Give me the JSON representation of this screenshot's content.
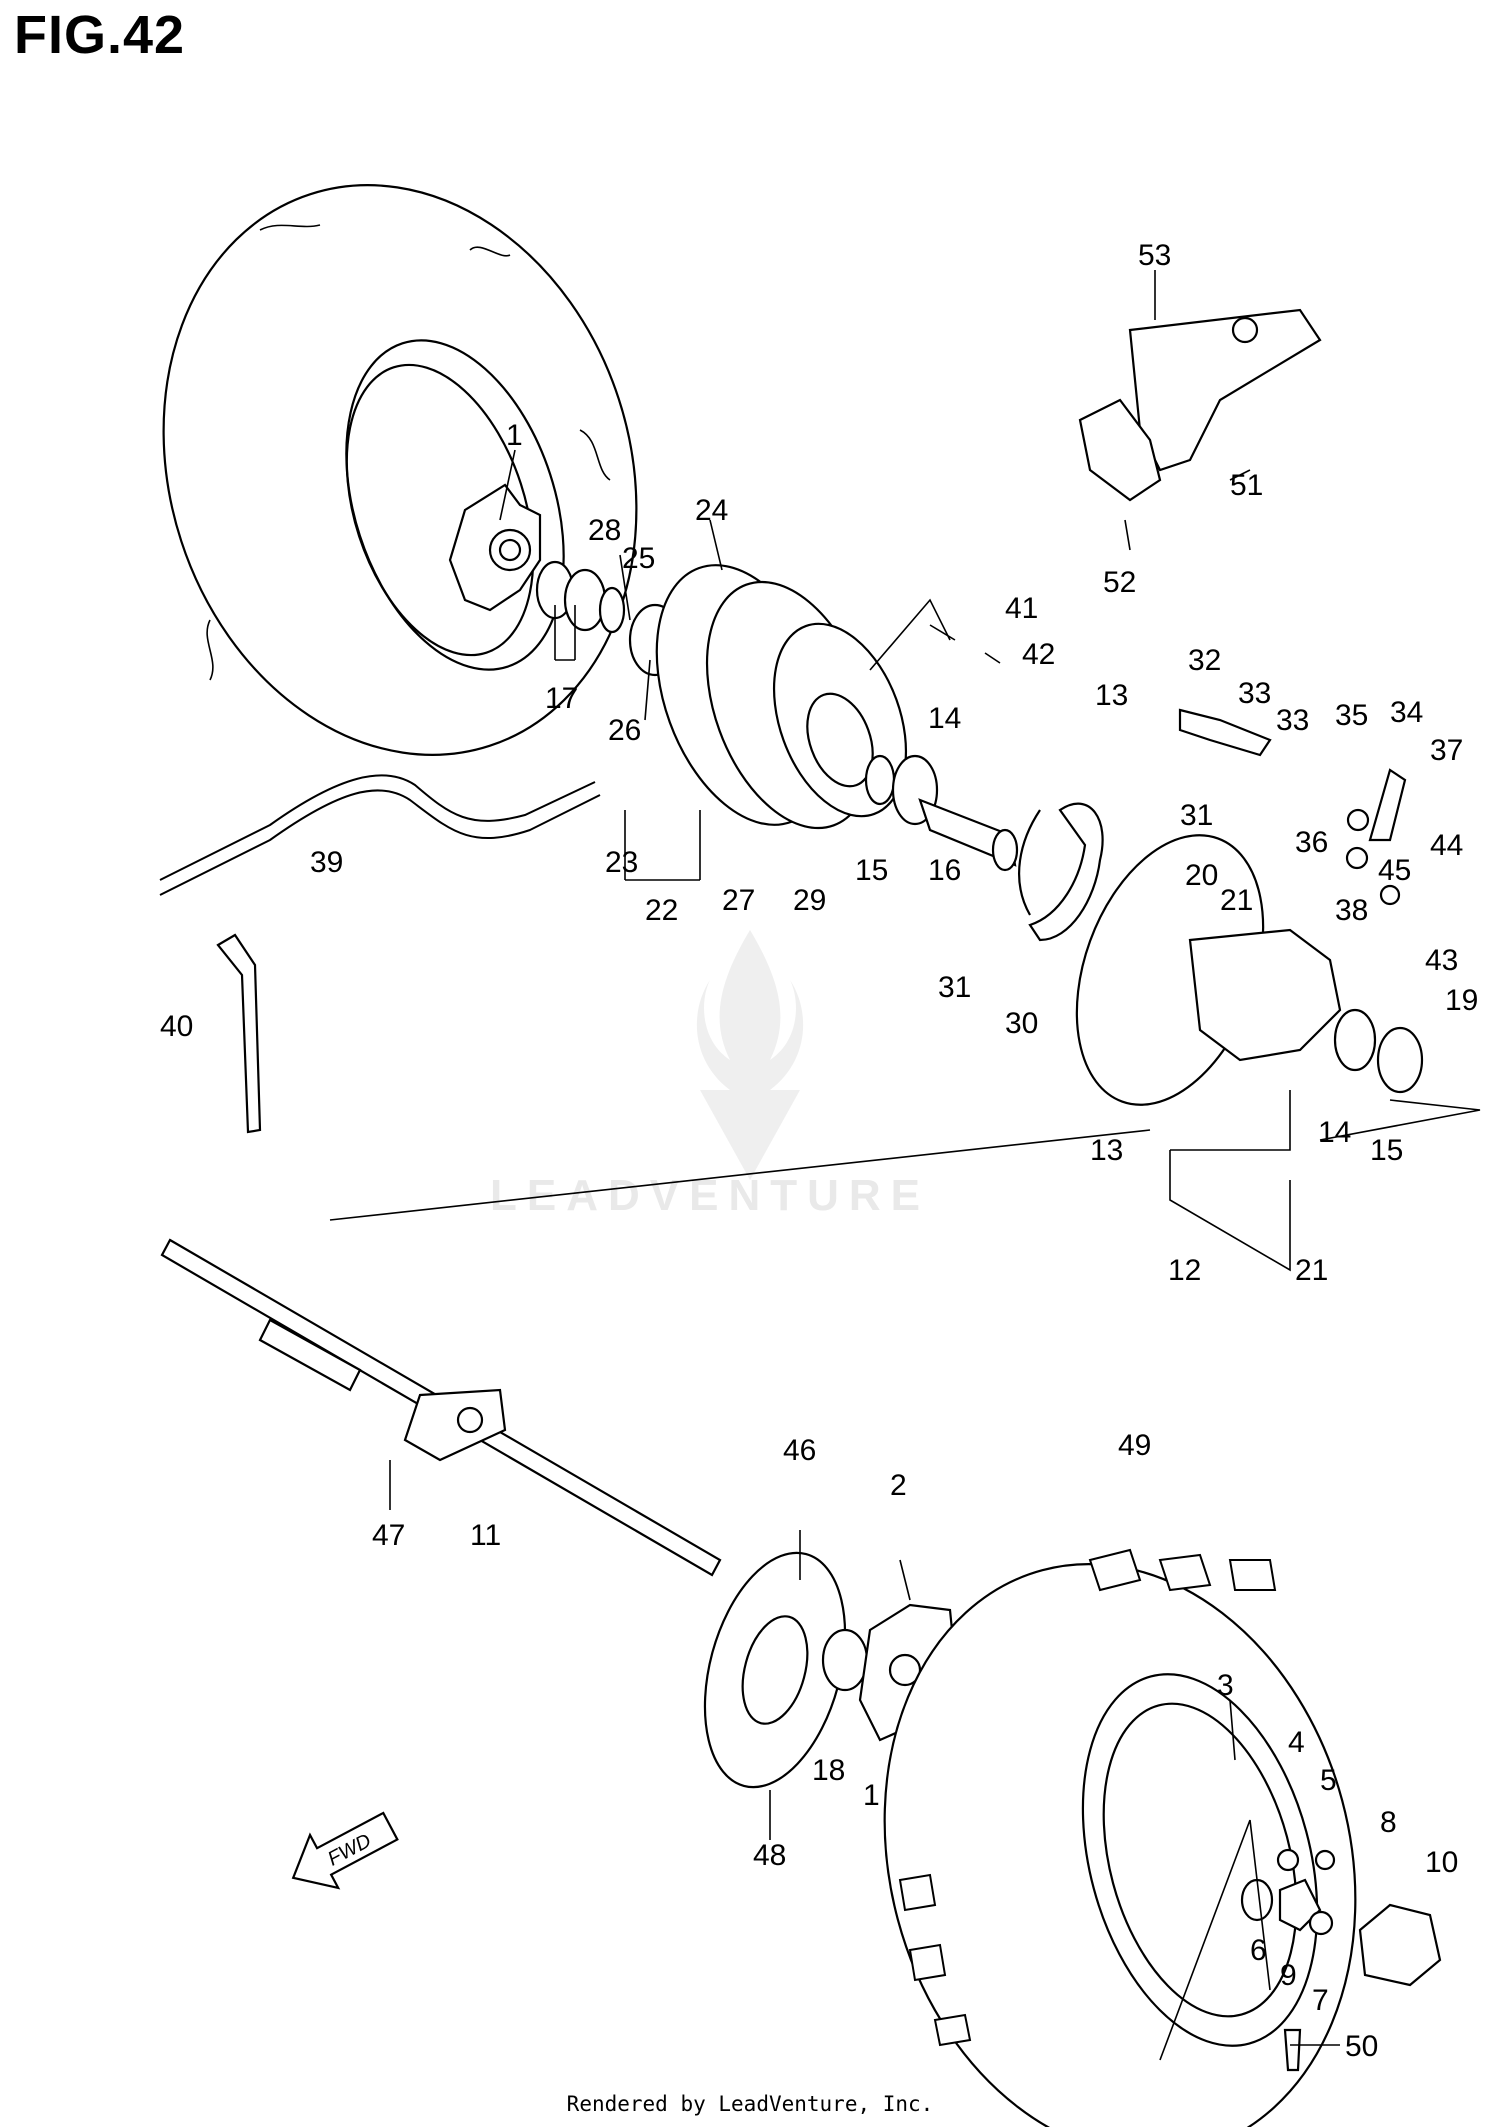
{
  "figure": {
    "title": "FIG.42"
  },
  "watermark": {
    "text": "LEADVENTURE"
  },
  "direction_arrow": {
    "label": "FWD"
  },
  "footer": {
    "text": "Rendered by LeadVenture, Inc."
  },
  "callouts": [
    {
      "id": "c1a",
      "text": "1"
    },
    {
      "id": "c28",
      "text": "28"
    },
    {
      "id": "c25",
      "text": "25"
    },
    {
      "id": "c24",
      "text": "24"
    },
    {
      "id": "c17",
      "text": "17"
    },
    {
      "id": "c26",
      "text": "26"
    },
    {
      "id": "c41",
      "text": "41"
    },
    {
      "id": "c42",
      "text": "42"
    },
    {
      "id": "c53",
      "text": "53"
    },
    {
      "id": "c51",
      "text": "51"
    },
    {
      "id": "c52",
      "text": "52"
    },
    {
      "id": "c32",
      "text": "32"
    },
    {
      "id": "c33a",
      "text": "33"
    },
    {
      "id": "c33b",
      "text": "33"
    },
    {
      "id": "c35",
      "text": "35"
    },
    {
      "id": "c34",
      "text": "34"
    },
    {
      "id": "c37",
      "text": "37"
    },
    {
      "id": "c13a",
      "text": "13"
    },
    {
      "id": "c14a",
      "text": "14"
    },
    {
      "id": "c39",
      "text": "39"
    },
    {
      "id": "c23",
      "text": "23"
    },
    {
      "id": "c22",
      "text": "22"
    },
    {
      "id": "c27",
      "text": "27"
    },
    {
      "id": "c29",
      "text": "29"
    },
    {
      "id": "c15a",
      "text": "15"
    },
    {
      "id": "c16",
      "text": "16"
    },
    {
      "id": "c31a",
      "text": "31"
    },
    {
      "id": "c31b",
      "text": "31"
    },
    {
      "id": "c30",
      "text": "30"
    },
    {
      "id": "c20",
      "text": "20"
    },
    {
      "id": "c21a",
      "text": "21"
    },
    {
      "id": "c36",
      "text": "36"
    },
    {
      "id": "c38",
      "text": "38"
    },
    {
      "id": "c45",
      "text": "45"
    },
    {
      "id": "c44",
      "text": "44"
    },
    {
      "id": "c43",
      "text": "43"
    },
    {
      "id": "c19",
      "text": "19"
    },
    {
      "id": "c40",
      "text": "40"
    },
    {
      "id": "c13b",
      "text": "13"
    },
    {
      "id": "c14b",
      "text": "14"
    },
    {
      "id": "c15b",
      "text": "15"
    },
    {
      "id": "c12",
      "text": "12"
    },
    {
      "id": "c21b",
      "text": "21"
    },
    {
      "id": "c47",
      "text": "47"
    },
    {
      "id": "c11",
      "text": "11"
    },
    {
      "id": "c46",
      "text": "46"
    },
    {
      "id": "c2",
      "text": "2"
    },
    {
      "id": "c49",
      "text": "49"
    },
    {
      "id": "c18",
      "text": "18"
    },
    {
      "id": "c1b",
      "text": "1"
    },
    {
      "id": "c3",
      "text": "3"
    },
    {
      "id": "c4",
      "text": "4"
    },
    {
      "id": "c5",
      "text": "5"
    },
    {
      "id": "c48",
      "text": "48"
    },
    {
      "id": "c8",
      "text": "8"
    },
    {
      "id": "c10",
      "text": "10"
    },
    {
      "id": "c6",
      "text": "6"
    },
    {
      "id": "c9",
      "text": "9"
    },
    {
      "id": "c7",
      "text": "7"
    },
    {
      "id": "c50",
      "text": "50"
    }
  ]
}
